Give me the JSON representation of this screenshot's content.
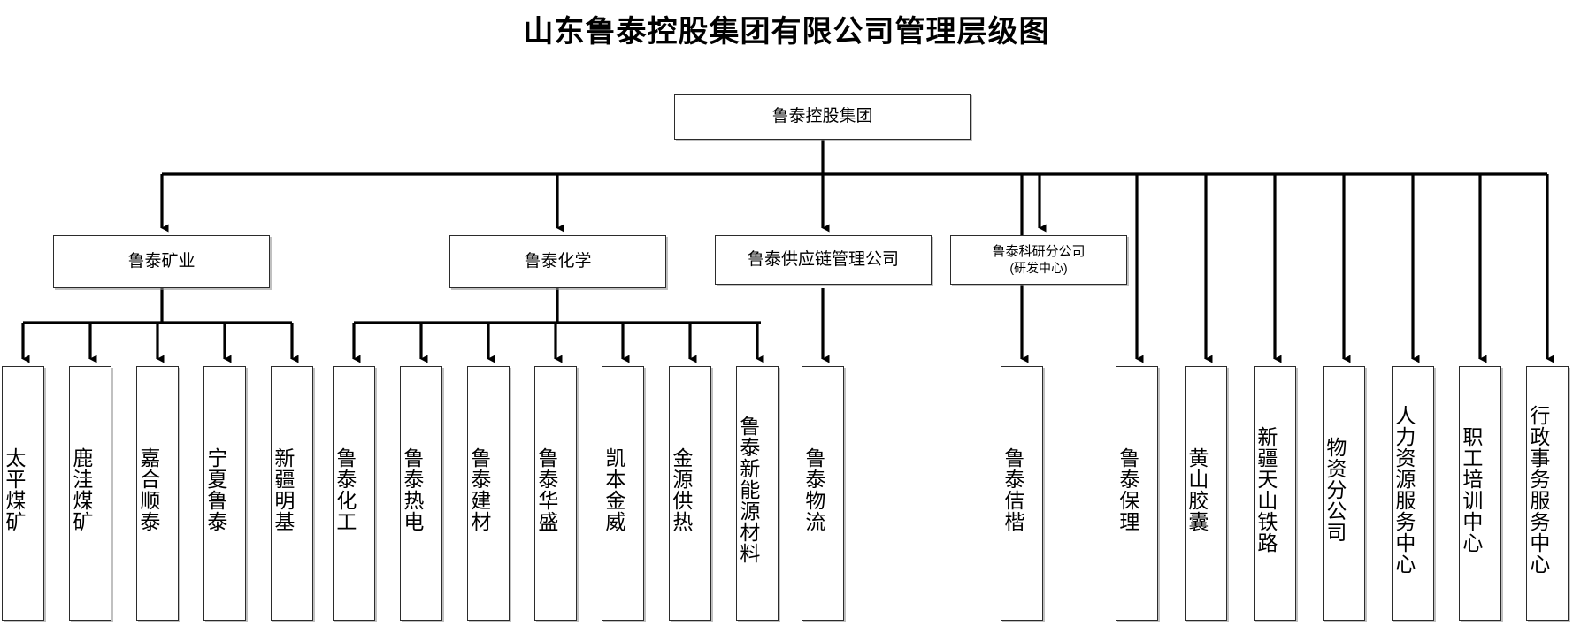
{
  "title": "山东鲁泰控股集团有限公司管理层级图",
  "colors": {
    "box_border": "#2b2b2b",
    "line": "#000000",
    "background": "#ffffff",
    "text": "#000000"
  },
  "root": {
    "label": "鲁泰控股集团"
  },
  "divisions": [
    {
      "label": "鲁泰矿业"
    },
    {
      "label": "鲁泰化学"
    },
    {
      "label": "鲁泰供应链管理公司"
    },
    {
      "label": "鲁泰科研分公司",
      "label2": "(研发中心)"
    }
  ],
  "leaves": [
    {
      "label": "太平煤矿"
    },
    {
      "label": "鹿洼煤矿"
    },
    {
      "label": "嘉合顺泰"
    },
    {
      "label": "宁夏鲁泰"
    },
    {
      "label": "新疆明基"
    },
    {
      "label": "鲁泰化工"
    },
    {
      "label": "鲁泰热电"
    },
    {
      "label": "鲁泰建材"
    },
    {
      "label": "鲁泰华盛"
    },
    {
      "label": "凯本金威"
    },
    {
      "label": "金源供热"
    },
    {
      "label": "鲁泰新能源材料"
    },
    {
      "label": "鲁泰物流"
    },
    {
      "label": "鲁泰佶楷"
    },
    {
      "label": "鲁泰保理"
    },
    {
      "label": "黄山胶囊"
    },
    {
      "label": "新疆天山铁路"
    },
    {
      "label": "物资分公司"
    },
    {
      "label": "人力资源服务中心"
    },
    {
      "label": "职工培训中心"
    },
    {
      "label": "行政事务服务中心"
    }
  ]
}
